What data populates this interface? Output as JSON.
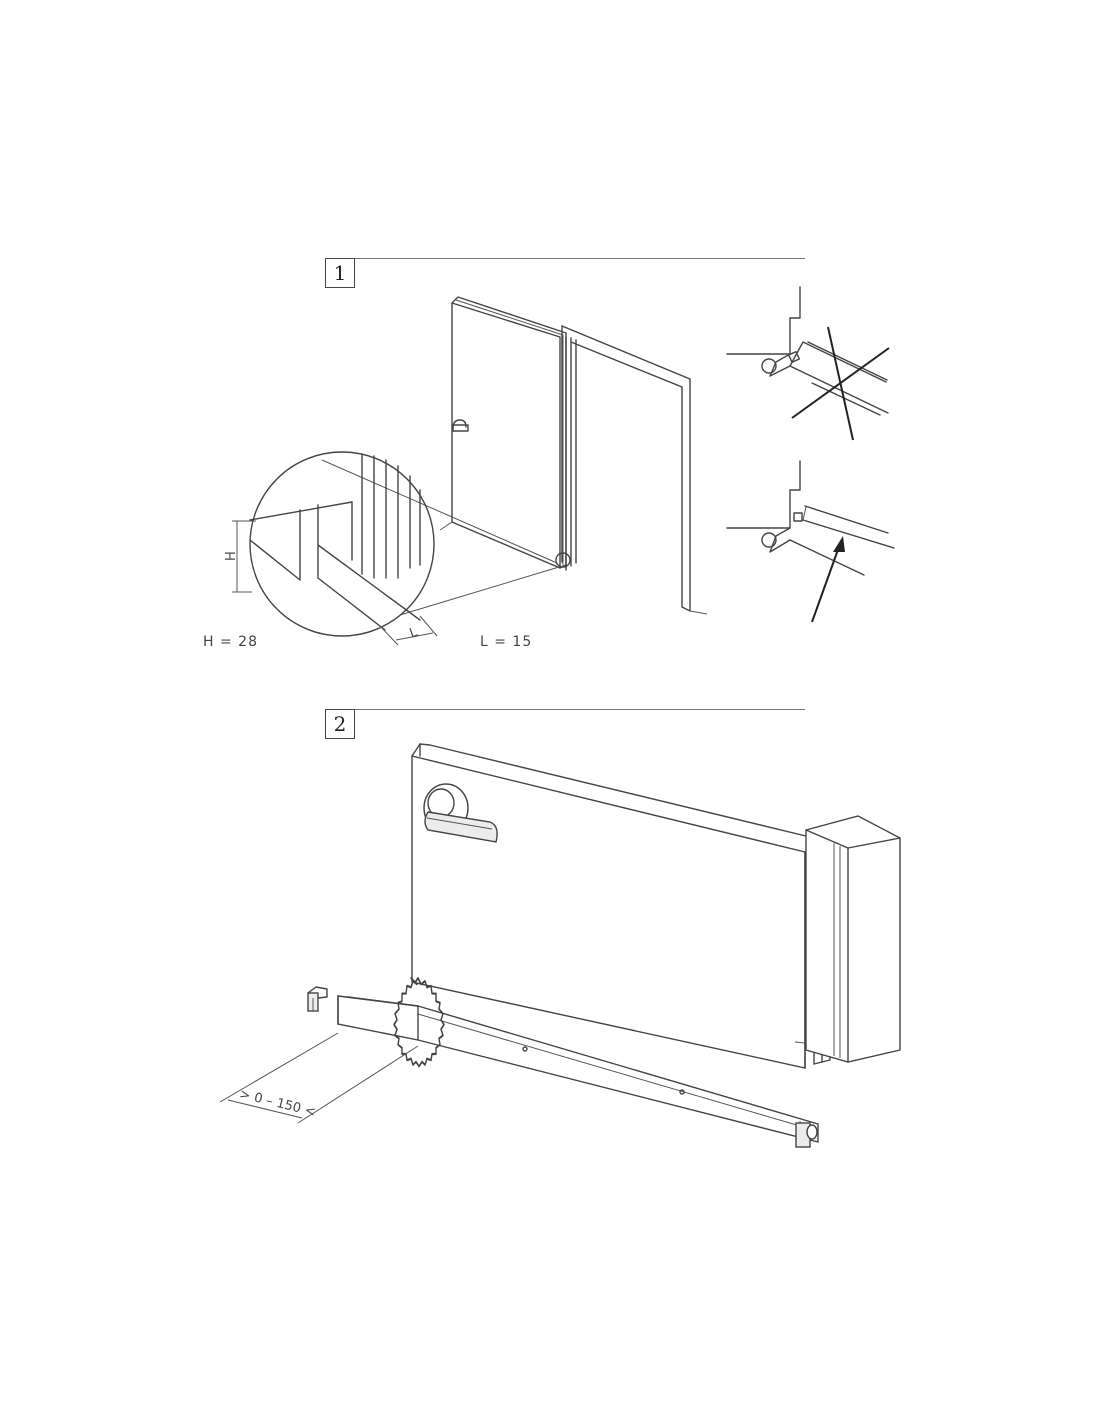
{
  "step1": {
    "number": "1",
    "detail_labels": {
      "height_letter": "H",
      "length_letter": "L"
    },
    "dimension_H": "H = 28",
    "dimension_L": "L = 15"
  },
  "step2": {
    "number": "2",
    "cut_dimension": "> 0 – 150 <"
  }
}
